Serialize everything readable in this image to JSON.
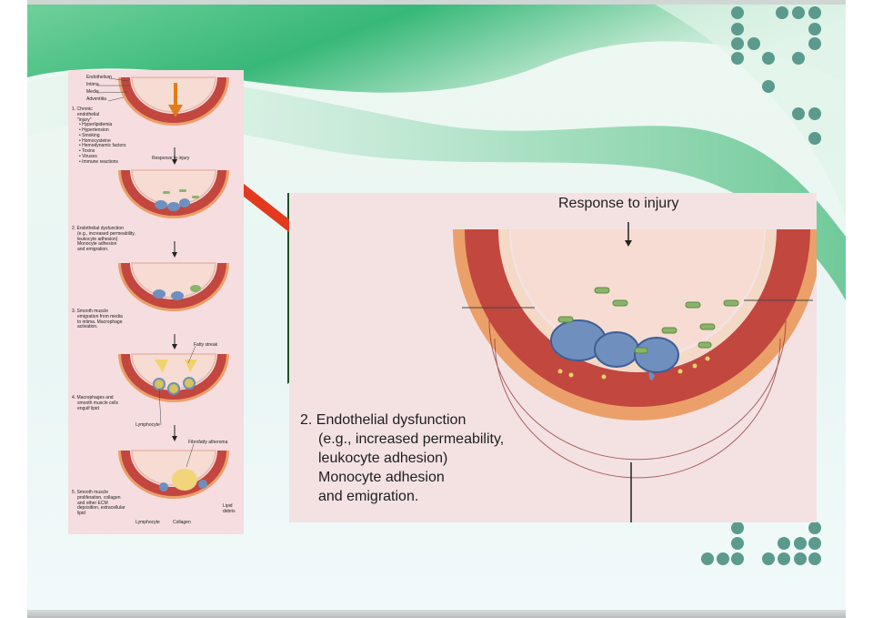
{
  "left_figure": {
    "layer_labels": [
      "Endothelium",
      "Intima",
      "Media",
      "Adventitia"
    ],
    "step1": {
      "title": [
        "1. Chronic",
        "endothelial",
        "\"injury\""
      ],
      "causes": [
        "• Hyperlipidemia",
        "• Hypertension",
        "• Smoking",
        "• Homocysteine",
        "• Hemodynamic factors",
        "• Toxins",
        "• Viruses",
        "• Immune reactions"
      ]
    },
    "response_label": "Response to injury",
    "step2": [
      "2. Endothelial dysfunction",
      "(e.g., increased permeability,",
      "leukocyte adhesion)",
      "Monocyte adhesion",
      "and emigration."
    ],
    "step3": [
      "3. Smooth muscle",
      "emigration from media",
      "to intima. Macrophage",
      "activation."
    ],
    "fatty_streak_label": "Fatty streak",
    "step4": [
      "4. Macrophages and",
      "smooth muscle cells",
      "engulf lipid"
    ],
    "lymphocyte_label": "Lymphocyte",
    "fibrofatty_label": "Fibrofatty atheroma",
    "step5": [
      "5. Smooth muscle",
      "proliferation, collagen",
      "and other ECM",
      "deposition, extracellular",
      "lipid"
    ],
    "lipid_label": [
      "Lipid",
      "debris"
    ],
    "collagen_label": "Collagen",
    "lymphocyte_label_2": "Lymphocyte"
  },
  "zoom_figure": {
    "response_label": "Response to injury",
    "step2": [
      "2. Endothelial dysfunction",
      "(e.g., increased permeability,",
      "leukocyte adhesion)",
      "Monocyte adhesion",
      "and emigration."
    ]
  },
  "colors": {
    "swoosh_green": "#37b878",
    "dark_green": "#1f5228",
    "dot_teal": "#5b9a8d",
    "arrow_red": "#e33a1f",
    "vessel_red": "#c2473f",
    "adventitia_orange": "#eba06a",
    "lumen_pink": "#f6dcd3"
  }
}
